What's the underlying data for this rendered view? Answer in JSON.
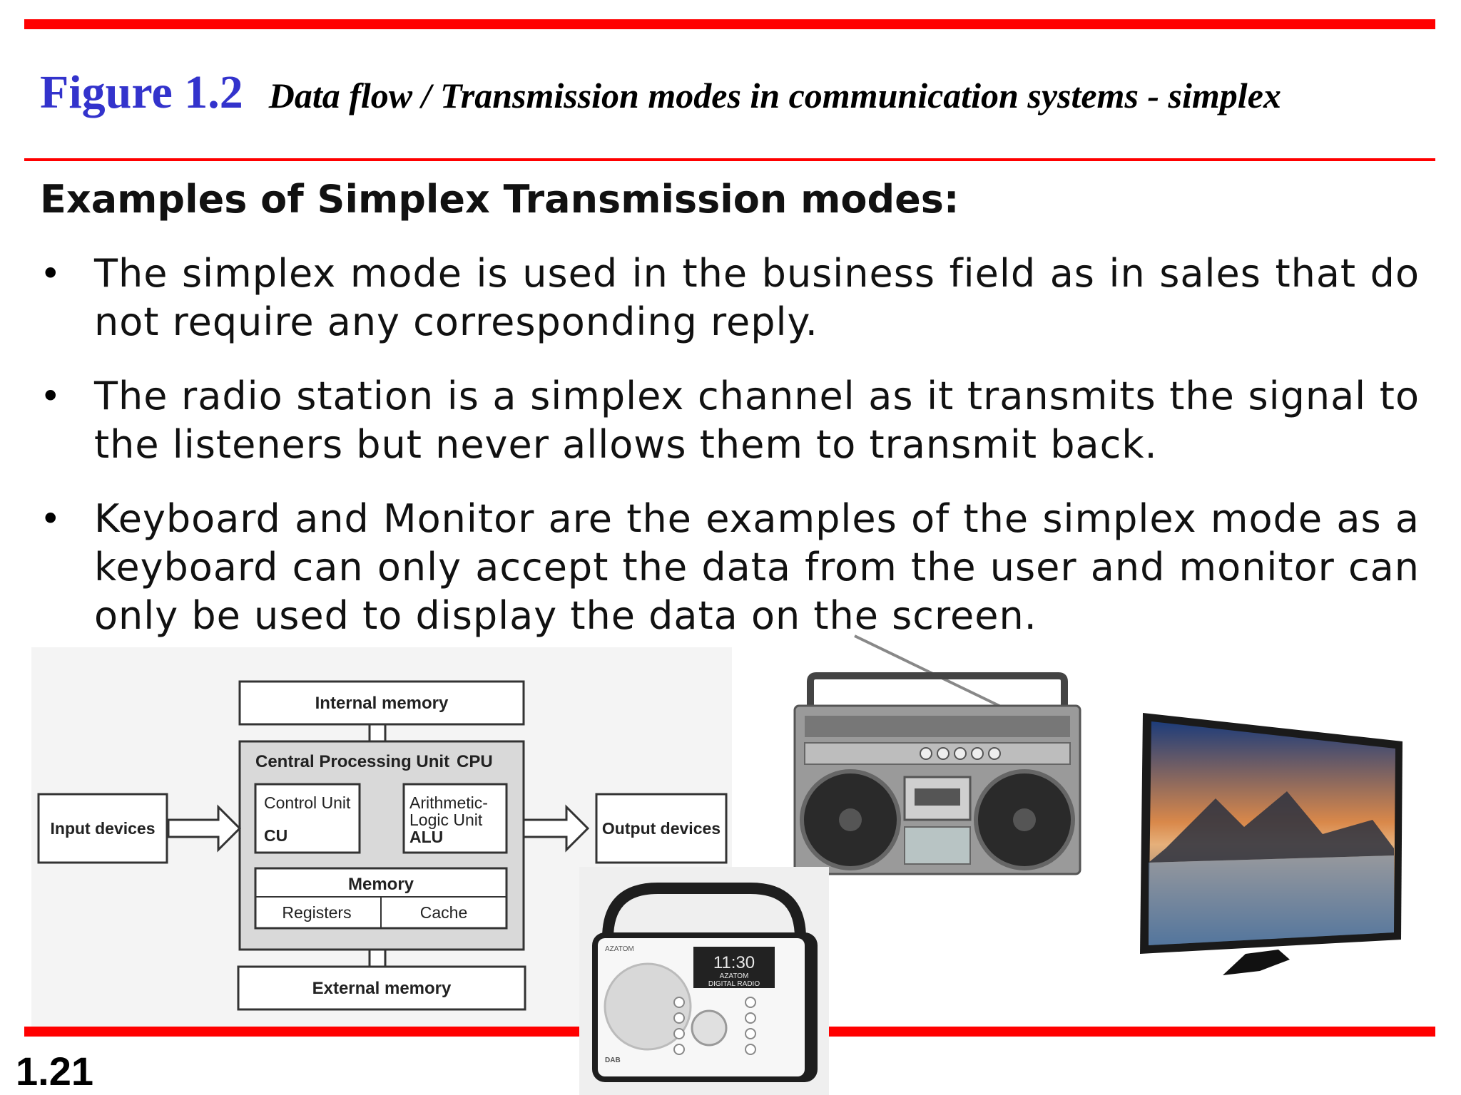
{
  "figure": {
    "number": "Figure 1.2",
    "caption": "Data flow / Transmission modes in communication systems - simplex"
  },
  "heading": "Examples of Simplex Transmission modes:",
  "bullets": [
    "The simplex mode is used in the business field as in sales that do not require any corresponding reply.",
    "The radio station is a simplex channel as it transmits the signal to the listeners but never allows them to transmit back.",
    "Keyboard and Monitor are the examples of the simplex mode as a keyboard can only accept the data from the user and monitor can only be used to display the data on the screen."
  ],
  "diagram": {
    "internal_memory": "Internal memory",
    "cpu_label": "Central Processing Unit",
    "cpu_abbr": "CPU",
    "control_unit": "Control Unit",
    "cu_abbr": "CU",
    "alu_line1": "Arithmetic-",
    "alu_line2": "Logic Unit",
    "alu_abbr": "ALU",
    "memory": "Memory",
    "registers": "Registers",
    "cache": "Cache",
    "external_memory": "External memory",
    "input_devices": "Input devices",
    "output_devices": "Output devices"
  },
  "radio": {
    "brand": "AZATOM",
    "time": "11:30",
    "display_line1": "AZATOM",
    "display_line2": "DIGITAL RADIO",
    "dab": "DAB"
  },
  "page_number": "1.21",
  "colors": {
    "accent_red": "#ff0000",
    "figure_blue": "#3333cc"
  }
}
